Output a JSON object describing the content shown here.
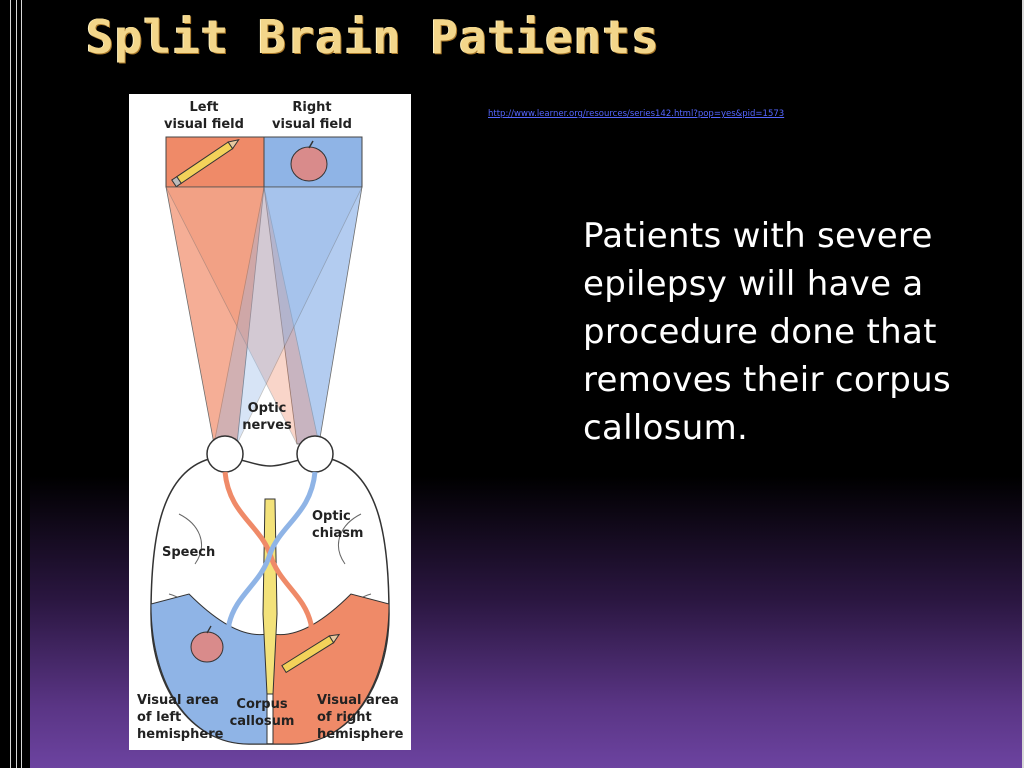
{
  "slide": {
    "title": "Split Brain Patients",
    "source_url": "http://www.learner.org/resources/series142.html?pop=yes&pid=1573",
    "body": "Patients with severe epilepsy will have a procedure done that removes their corpus callosum."
  },
  "figure": {
    "labels": {
      "left_field_1": "Left",
      "left_field_2": "visual field",
      "right_field_1": "Right",
      "right_field_2": "visual field",
      "optic_nerves_1": "Optic",
      "optic_nerves_2": "nerves",
      "optic_chiasm_1": "Optic",
      "optic_chiasm_2": "chiasm",
      "speech": "Speech",
      "visual_left_1": "Visual area",
      "visual_left_2": "of left",
      "visual_left_3": "hemisphere",
      "corpus_1": "Corpus",
      "corpus_2": "callosum",
      "visual_right_1": "Visual area",
      "visual_right_2": "of right",
      "visual_right_3": "hemisphere"
    },
    "colors": {
      "left_field": "#ef8a68",
      "right_field": "#8fb4e6",
      "corpus": "#f3e27a"
    }
  }
}
